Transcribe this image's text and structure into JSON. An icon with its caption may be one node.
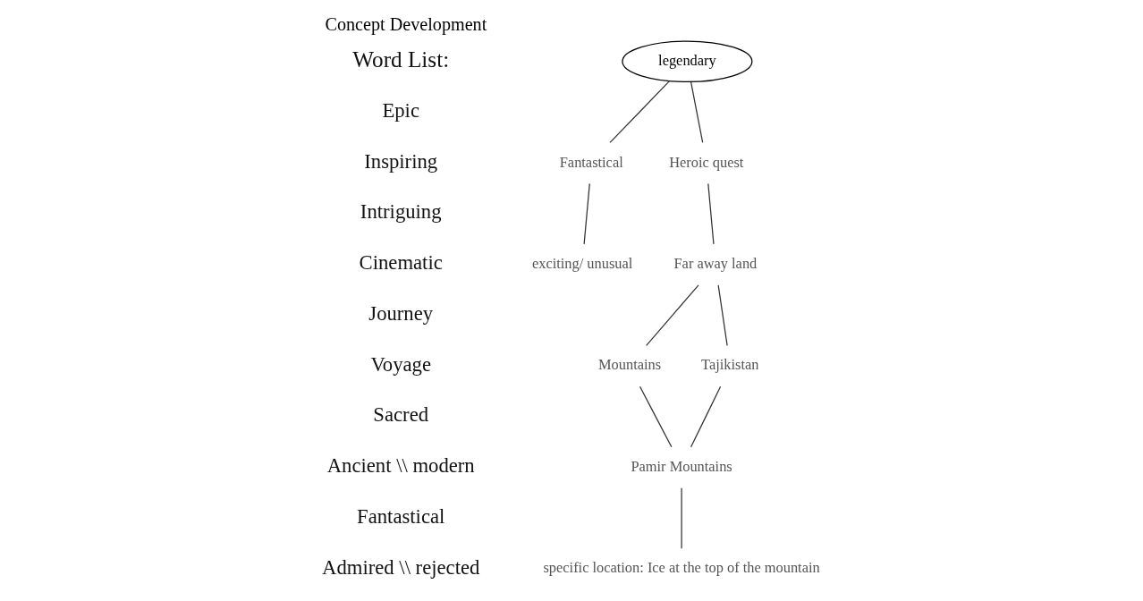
{
  "diagram": {
    "title": "Concept Development",
    "nodes": [
      {
        "text": [
          "legendary"
        ]
      },
      {
        "text": [
          "Heroic quest"
        ]
      },
      {
        "text": [
          "Fantastical"
        ]
      },
      {
        "text": [
          "exciting/ unusual"
        ]
      },
      {
        "text": [
          "Far away land"
        ]
      },
      {
        "text": [
          "Tajikistan"
        ]
      },
      {
        "text": [
          "Mountains"
        ]
      },
      {
        "text": [
          "Pamir Mountains"
        ]
      },
      {
        "text": [
          "specific location: Ice at the top of the mountain"
        ]
      }
    ],
    "edges": [
      {
        "from": 0,
        "to": 1,
        "arrow": "none"
      },
      {
        "from": 0,
        "to": 2,
        "arrow": "none"
      },
      {
        "from": 2,
        "to": 3,
        "arrow": "none"
      },
      {
        "from": 1,
        "to": 4,
        "arrow": "none"
      },
      {
        "from": 4,
        "to": 5,
        "arrow": "none"
      },
      {
        "from": 4,
        "to": 6,
        "arrow": "none"
      },
      {
        "from": 5,
        "to": 7,
        "arrow": "none"
      },
      {
        "from": 6,
        "to": 7,
        "arrow": "none"
      },
      {
        "from": 7,
        "to": 8,
        "arrow": "none"
      }
    ],
    "labels": [
      "Word List:",
      "Epic",
      "Inspiring",
      "Intriguing",
      "Cinematic",
      "Journey",
      "Voyage",
      "Sacred",
      "Ancient \\\\ modern",
      "Fantastical",
      "Admired \\\\ rejected"
    ]
  }
}
